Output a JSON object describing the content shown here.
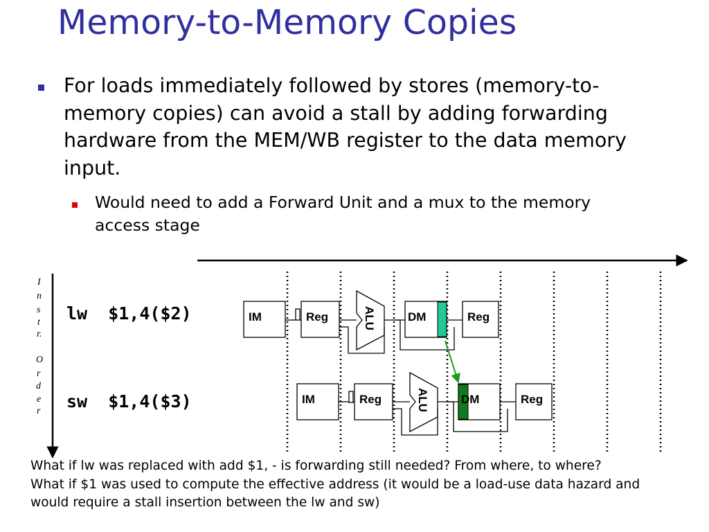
{
  "title": "Memory-to-Memory Copies",
  "bullets": {
    "main": "For loads immediately followed by stores (memory-to-memory copies) can avoid a stall by adding forwarding hardware from the MEM/WB register to the data memory input.",
    "sub": "Would need to add a Forward Unit and a mux to the memory access stage"
  },
  "axis_label": {
    "letters": [
      "I",
      "n",
      "s",
      "t",
      "r.",
      "O",
      "r",
      "d",
      "e",
      "r"
    ]
  },
  "pipeline": {
    "instructions": [
      {
        "text": "lw  $1,4($2)",
        "stages": [
          "IM",
          "Reg",
          "ALU",
          "DM",
          "Reg"
        ]
      },
      {
        "text": "sw  $1,4($3)",
        "stages": [
          "IM",
          "Reg",
          "ALU",
          "DM",
          "Reg"
        ]
      }
    ]
  },
  "colors": {
    "title": "#2f2f9e",
    "bullet_main": "#2f2f9e",
    "bullet_sub": "#e00000",
    "forward_source": "#22c997",
    "forward_dest": "#117a1a",
    "forward_arrow": "#1a9e1a"
  },
  "questions": [
    "What if lw was replaced with add $1,  - is forwarding still needed?  From where, to where?",
    "What if $1 was used to compute the effective address (it would be a load-use data hazard and",
    "would require a stall insertion between the lw and sw)"
  ]
}
